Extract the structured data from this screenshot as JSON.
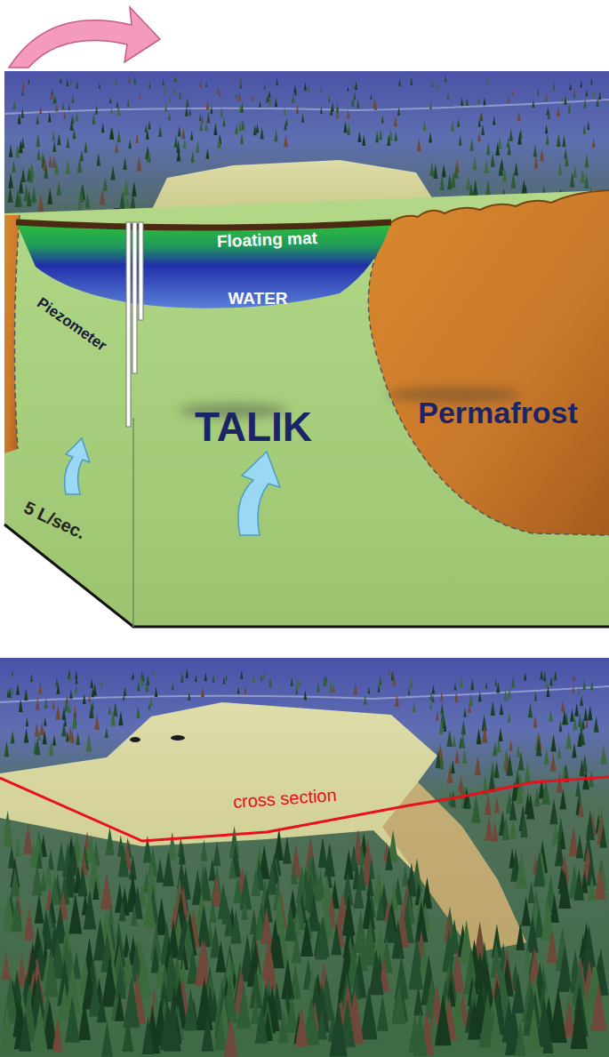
{
  "diagram": {
    "labels": [
      "Floating mat",
      "WATER",
      "Piezometer",
      "TALIK",
      "Permafrost",
      "5 L/sec.",
      "cross section"
    ]
  }
}
